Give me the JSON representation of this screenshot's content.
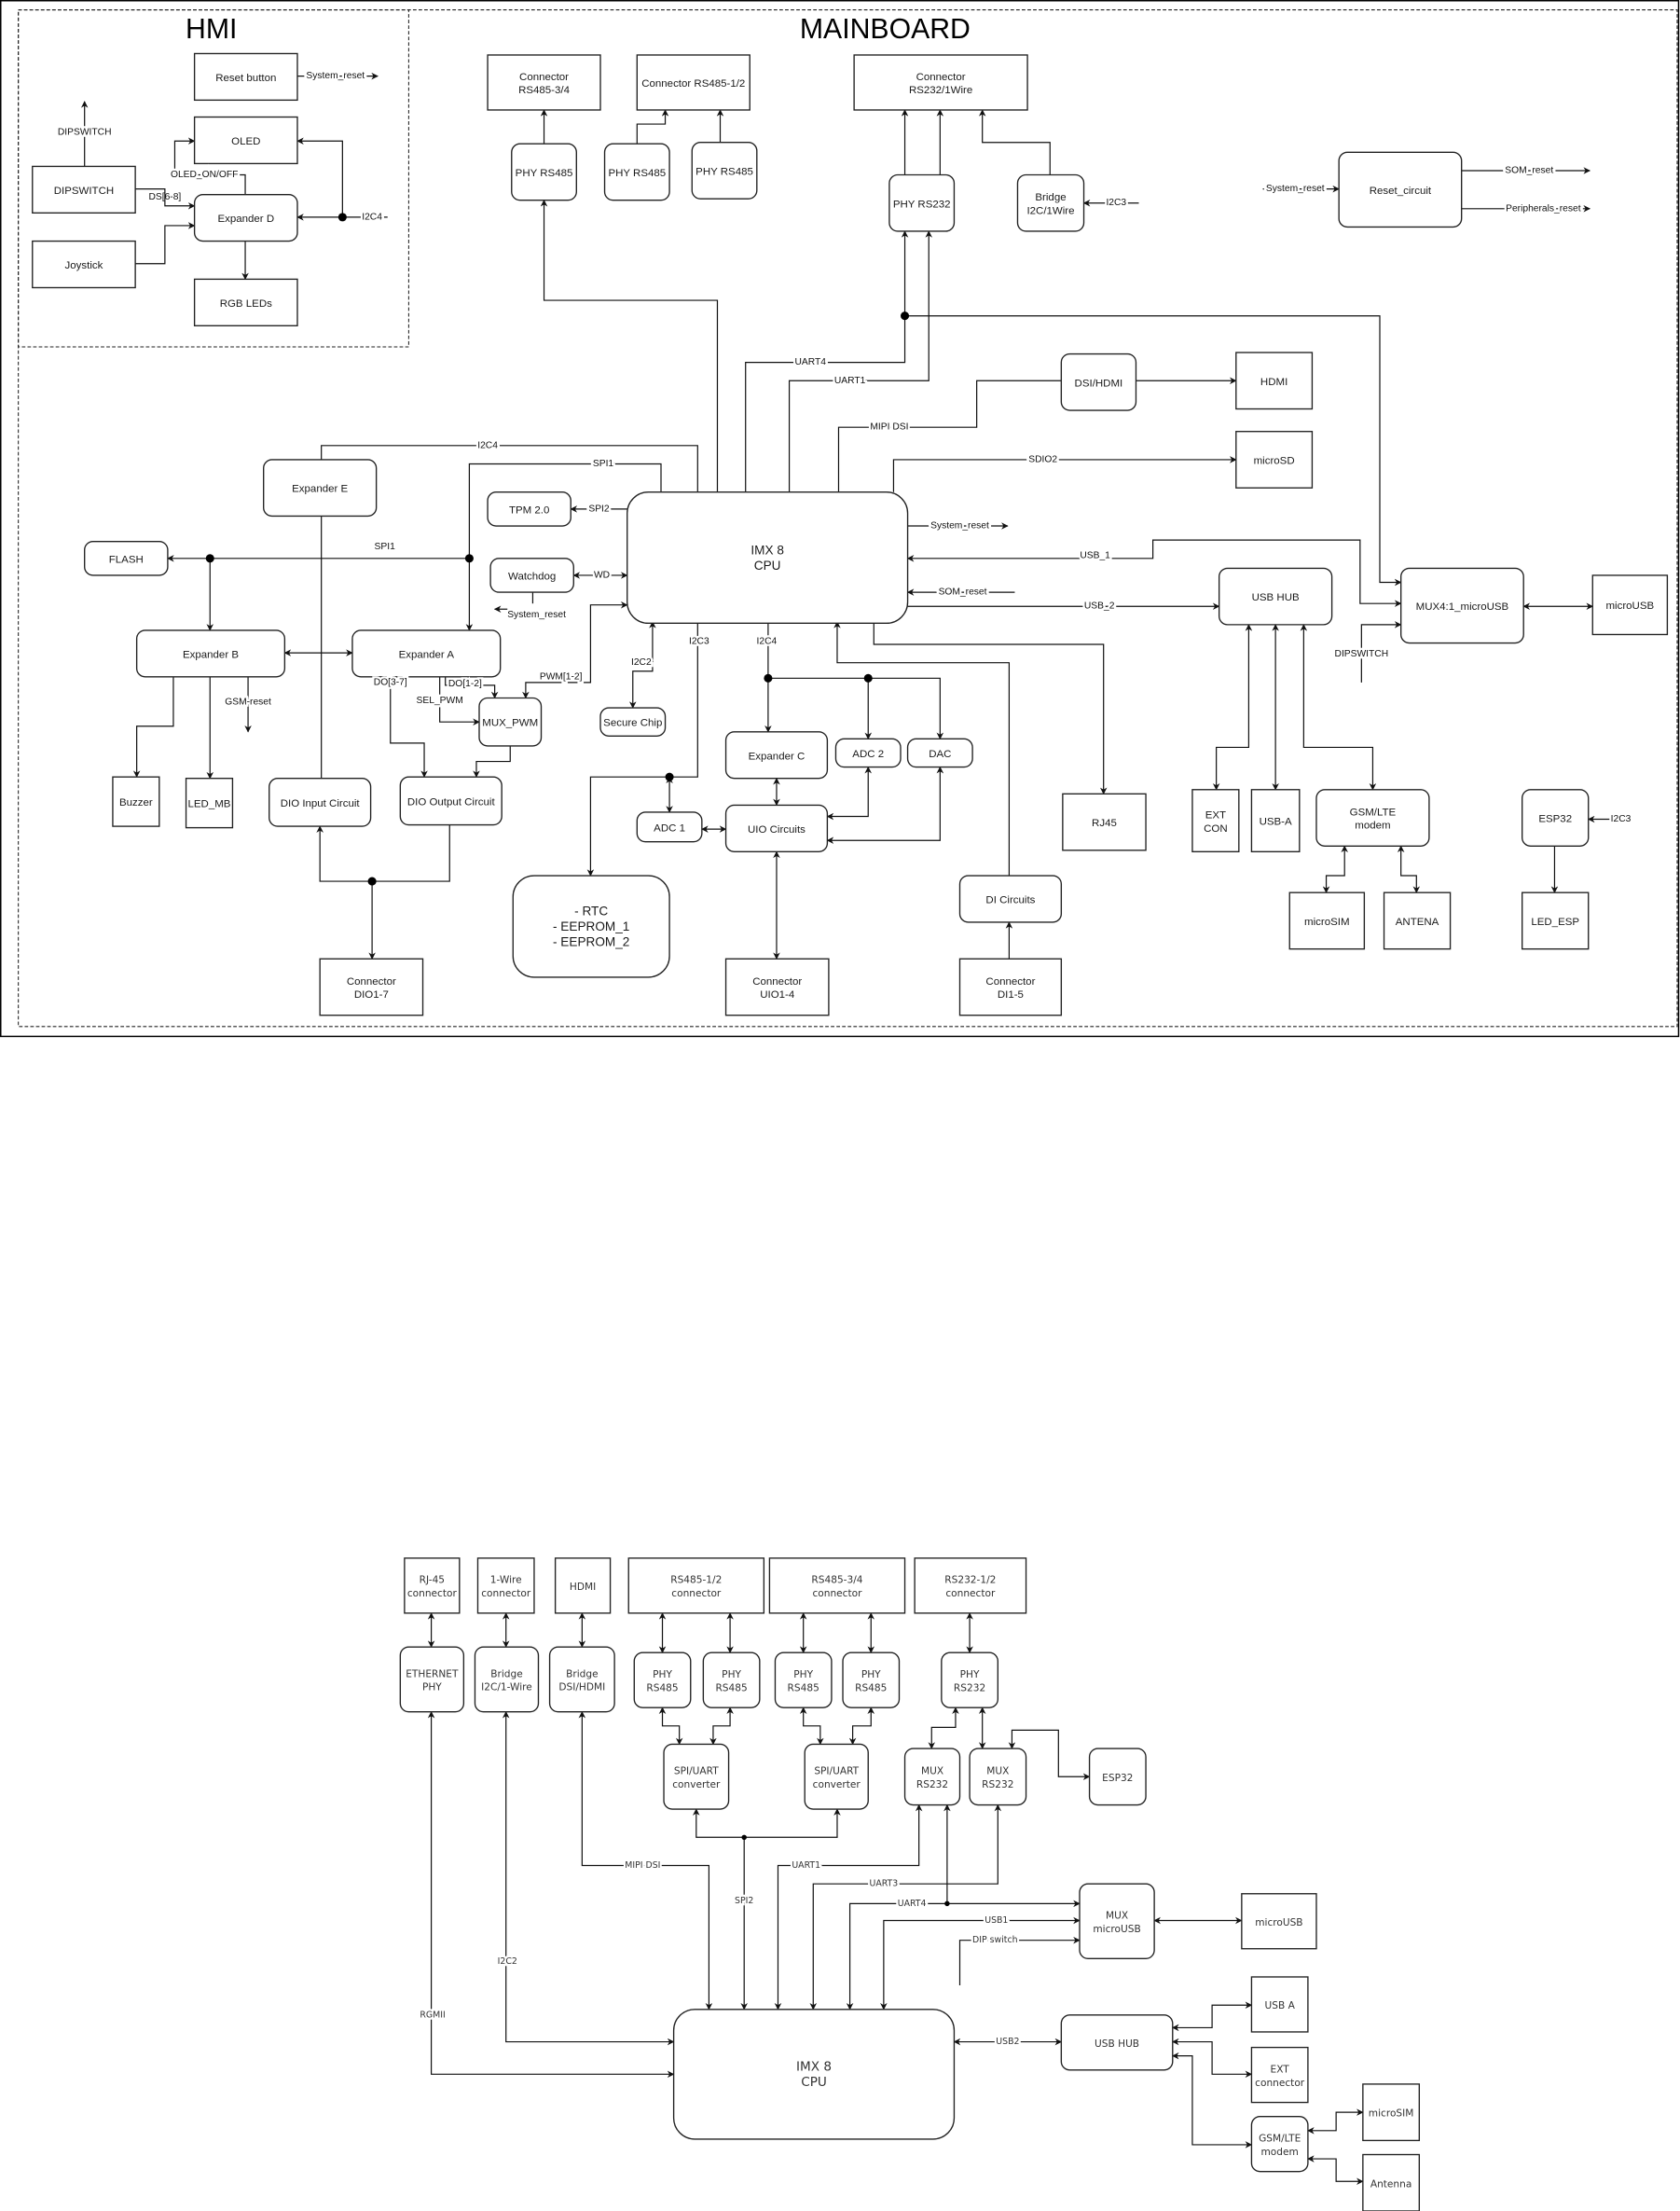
{
  "titles": {
    "hmi": "HMI",
    "mainboard": "MAINBOARD"
  },
  "hmi": {
    "reset_button": "Reset button",
    "oled": "OLED",
    "dipswitch": "DIPSWITCH",
    "expander_d": "Expander D",
    "joystick": "Joystick",
    "rgb_leds": "RGB LEDs",
    "signals": {
      "system_reset": "System_reset",
      "dipswitch": "DIPSWITCH",
      "oled_on_off": "OLED_ON/OFF",
      "ds": "DS[6-8]",
      "i2c4": "I2C4"
    }
  },
  "mainboard": {
    "blocks": {
      "conn_rs485_34": [
        "Connector",
        "RS485-3/4"
      ],
      "conn_rs485_12": [
        "Connector RS485-1/2"
      ],
      "phy_rs485_a": [
        "PHY RS485"
      ],
      "phy_rs485_b": [
        "PHY RS485"
      ],
      "phy_rs485_c": [
        "PHY RS485"
      ],
      "conn_rs232": [
        "Connector",
        "RS232/1Wire"
      ],
      "phy_rs232": [
        "PHY RS232"
      ],
      "bridge_1wire": [
        "Bridge",
        "I2C/1Wire"
      ],
      "reset_circuit": [
        "Reset_circuit"
      ],
      "dsi_hdmi": [
        "DSI/HDMI"
      ],
      "hdmi": [
        "HDMI"
      ],
      "microsd": [
        "microSD"
      ],
      "cpu": [
        "IMX 8",
        "CPU"
      ],
      "expander_e": [
        "Expander E"
      ],
      "tpm": [
        "TPM 2.0"
      ],
      "flash": [
        "FLASH"
      ],
      "watchdog": [
        "Watchdog"
      ],
      "expander_b": [
        "Expander B"
      ],
      "expander_a": [
        "Expander A"
      ],
      "mux_pwm": [
        "MUX_PWM"
      ],
      "secure_chip": [
        "Secure Chip"
      ],
      "buzzer": [
        "Buzzer"
      ],
      "led_mb": [
        "LED_MB"
      ],
      "dio_input": [
        "DIO Input Circuit"
      ],
      "dio_output": [
        "DIO Output Circuit"
      ],
      "conn_dio": [
        "Connector",
        "DIO1-7"
      ],
      "rtc_eeprom": [
        "- RTC",
        "- EEPROM_1",
        "- EEPROM_2"
      ],
      "adc1": [
        "ADC 1"
      ],
      "expander_c": [
        "Expander C"
      ],
      "uio": [
        "UIO Circuits"
      ],
      "adc2": [
        "ADC 2"
      ],
      "dac": [
        "DAC"
      ],
      "conn_uio": [
        "Connector",
        "UIO1-4"
      ],
      "rj45": [
        "RJ45"
      ],
      "di_circuits": [
        "DI Circuits"
      ],
      "conn_di": [
        "Connector",
        "DI1-5"
      ],
      "usb_hub": [
        "USB HUB"
      ],
      "mux_microusb": [
        "MUX4:1_microUSB"
      ],
      "microusb": [
        "microUSB"
      ],
      "ext_con": [
        "EXT",
        "CON"
      ],
      "usb_a": [
        "USB-A"
      ],
      "gsm": [
        "GSM/LTE",
        "modem"
      ],
      "microsim": [
        "microSIM"
      ],
      "antena": [
        "ANTENA"
      ],
      "esp32": [
        "ESP32"
      ],
      "led_esp": [
        "LED_ESP"
      ]
    },
    "signals": {
      "uart4": "UART4",
      "uart1": "UART1",
      "mipi_dsi": "MIPI DSI",
      "sdio2": "SDIO2",
      "i2c4_top": "I2C4",
      "spi1_top": "SPI1",
      "spi2": "SPI2",
      "spi1": "SPI1",
      "wd": "WD",
      "wd_system_reset": "System_reset",
      "pwm": "PWM[1-2]",
      "do12": "DO[1-2]",
      "sel_pwm": "SEL_PWM",
      "do37": "DO[3-7]",
      "gsm_reset": "GSM-reset",
      "i2c2": "I2C2",
      "i2c3": "I2C3",
      "i2c4": "I2C4",
      "cpu_system_reset": "System_reset",
      "usb_1": "USB_1",
      "som_reset_in": "SOM_reset",
      "usb_2": "USB_2",
      "dipswitch": "DIPSWITCH",
      "i2c3_esp": "I2C3",
      "i2c3_bridge": "I2C3",
      "reset_in": "System_reset",
      "som_reset": "SOM_reset",
      "peripherals_reset": "Peripherals_reset"
    }
  },
  "overview": {
    "blocks": {
      "rj45_conn": [
        "RJ-45",
        "connector"
      ],
      "onewire_conn": [
        "1-Wire",
        "connector"
      ],
      "hdmi": [
        "HDMI"
      ],
      "rs485_12_conn": [
        "RS485-1/2",
        "connector"
      ],
      "rs485_34_conn": [
        "RS485-3/4",
        "connector"
      ],
      "rs232_conn": [
        "RS232-1/2",
        "connector"
      ],
      "eth_phy": [
        "ETHERNET",
        "PHY"
      ],
      "bridge_1wire": [
        "Bridge",
        "I2C/1-Wire"
      ],
      "bridge_dsi": [
        "Bridge",
        "DSI/HDMI"
      ],
      "phy485_1": [
        "PHY",
        "RS485"
      ],
      "phy485_2": [
        "PHY",
        "RS485"
      ],
      "phy485_3": [
        "PHY",
        "RS485"
      ],
      "phy485_4": [
        "PHY",
        "RS485"
      ],
      "phy232": [
        "PHY",
        "RS232"
      ],
      "conv_1": [
        "SPI/UART",
        "converter"
      ],
      "conv_2": [
        "SPI/UART",
        "converter"
      ],
      "mux232_1": [
        "MUX",
        "RS232"
      ],
      "mux232_2": [
        "MUX",
        "RS232"
      ],
      "esp32": [
        "ESP32"
      ],
      "mux_microusb": [
        "MUX",
        "microUSB"
      ],
      "microusb": [
        "microUSB"
      ],
      "cpu": [
        "IMX 8",
        "CPU"
      ],
      "usb_hub": [
        "USB HUB"
      ],
      "usb_a": [
        "USB A"
      ],
      "ext_conn": [
        "EXT",
        "connector"
      ],
      "gsm": [
        "GSM/LTE",
        "modem"
      ],
      "microsim": [
        "microSIM"
      ],
      "antenna": [
        "Antenna"
      ]
    },
    "signals": {
      "mipi_dsi": "MIPI DSI",
      "spi2": "SPI2",
      "uart1": "UART1",
      "uart3": "UART3",
      "uart4": "UART4",
      "usb1": "USB1",
      "dip_switch": "DIP switch",
      "usb2": "USB2",
      "i2c2": "I2C2",
      "rgmii": "RGMII"
    }
  }
}
